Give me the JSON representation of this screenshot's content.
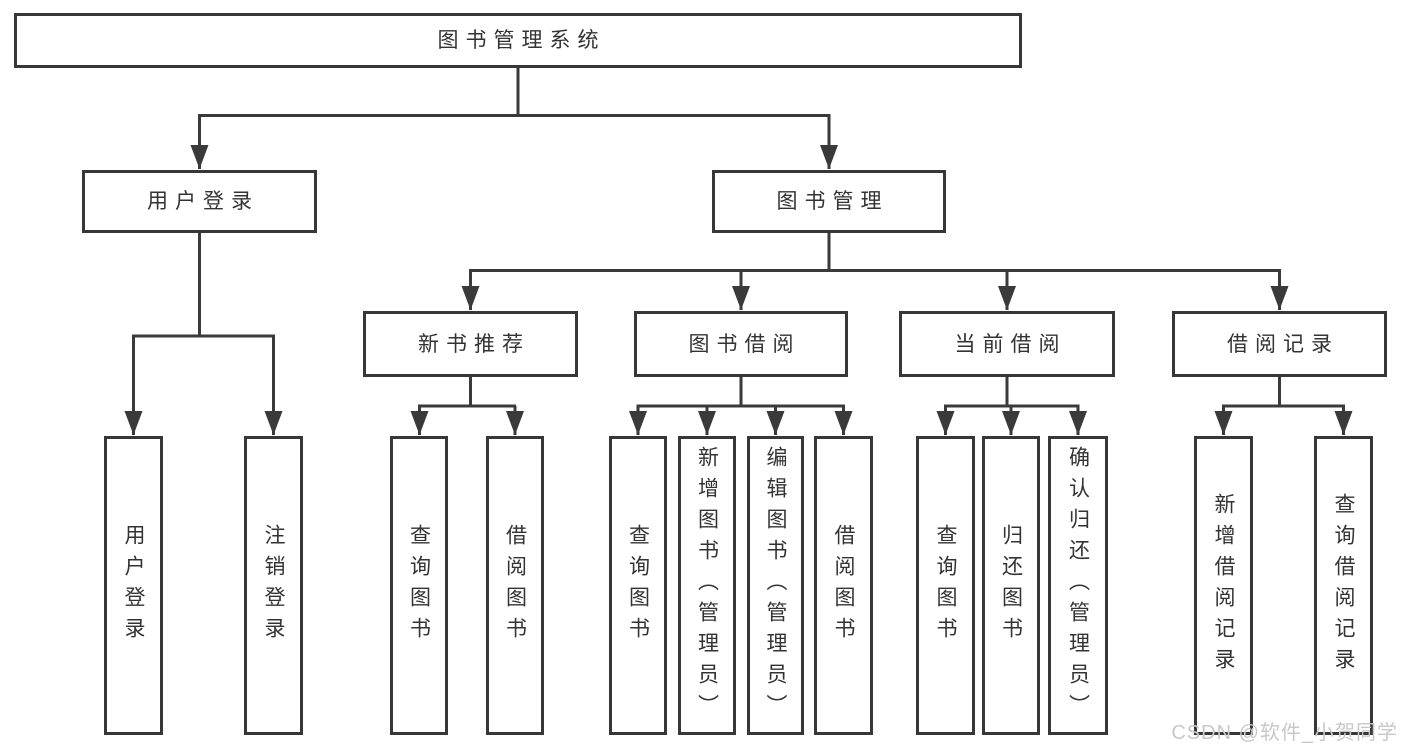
{
  "tree": {
    "root": "图书管理系统",
    "branches": [
      {
        "label": "用户登录",
        "children": [
          "用户登录",
          "注销登录"
        ]
      },
      {
        "label": "图书管理",
        "groups": [
          {
            "label": "新书推荐",
            "children": [
              "查询图书",
              "借阅图书"
            ]
          },
          {
            "label": "图书借阅",
            "children": [
              "查询图书",
              "新增图书（管理员）",
              "编辑图书（管理员）",
              "借阅图书"
            ]
          },
          {
            "label": "当前借阅",
            "children": [
              "查询图书",
              "归还图书",
              "确认归还（管理员）"
            ]
          },
          {
            "label": "借阅记录",
            "children": [
              "新增借阅记录",
              "查询借阅记录"
            ]
          }
        ]
      }
    ]
  },
  "watermark": "CSDN @软件_小贺同学",
  "colors": {
    "line": "#3a3a3a",
    "box_border": "#373737",
    "text": "#333333",
    "watermark": "#c8c8c8",
    "background": "#ffffff"
  }
}
